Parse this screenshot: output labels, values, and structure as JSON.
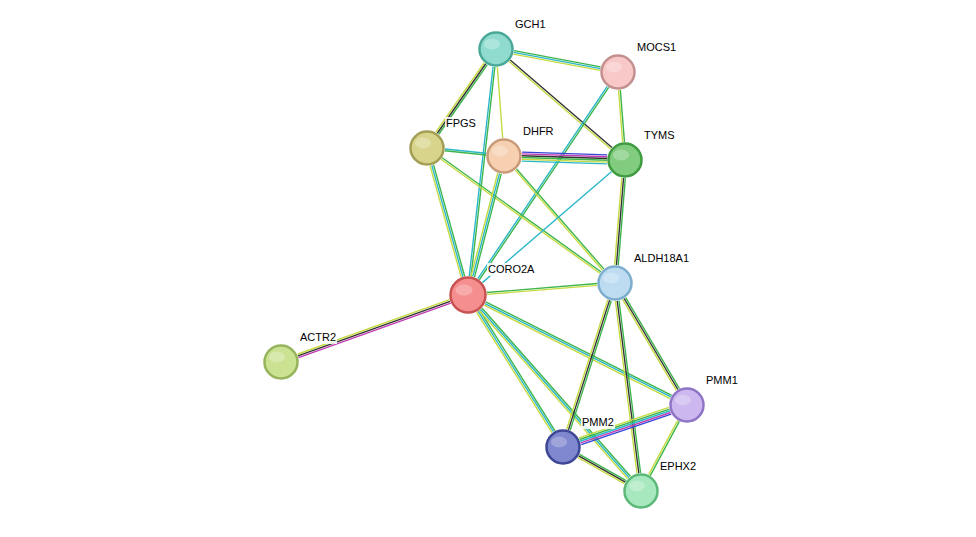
{
  "diagram": {
    "nodes": [
      {
        "text": [
          "GCH1"
        ]
      },
      {
        "text": [
          "MOCS1"
        ]
      },
      {
        "text": [
          "FPGS"
        ]
      },
      {
        "text": [
          "DHFR"
        ]
      },
      {
        "text": [
          "TYMS"
        ]
      },
      {
        "text": [
          "CORO2A"
        ]
      },
      {
        "text": [
          "ALDH18A1"
        ]
      },
      {
        "text": [
          "ACTR2"
        ]
      },
      {
        "text": [
          "PMM1"
        ]
      },
      {
        "text": [
          "PMM2"
        ]
      },
      {
        "text": [
          "EPHX2"
        ]
      }
    ],
    "edges": [
      {
        "from": 0,
        "to": 1,
        "arrow": "none"
      },
      {
        "from": 0,
        "to": 2,
        "arrow": "none"
      },
      {
        "from": 0,
        "to": 3,
        "arrow": "none"
      },
      {
        "from": 0,
        "to": 4,
        "arrow": "none"
      },
      {
        "from": 0,
        "to": 5,
        "arrow": "none"
      },
      {
        "from": 1,
        "to": 4,
        "arrow": "none"
      },
      {
        "from": 1,
        "to": 5,
        "arrow": "none"
      },
      {
        "from": 2,
        "to": 3,
        "arrow": "none"
      },
      {
        "from": 2,
        "to": 5,
        "arrow": "none"
      },
      {
        "from": 2,
        "to": 6,
        "arrow": "none"
      },
      {
        "from": 3,
        "to": 4,
        "arrow": "none"
      },
      {
        "from": 3,
        "to": 5,
        "arrow": "none"
      },
      {
        "from": 3,
        "to": 6,
        "arrow": "none"
      },
      {
        "from": 4,
        "to": 5,
        "arrow": "none"
      },
      {
        "from": 4,
        "to": 6,
        "arrow": "none"
      },
      {
        "from": 5,
        "to": 6,
        "arrow": "none"
      },
      {
        "from": 5,
        "to": 7,
        "arrow": "none"
      },
      {
        "from": 5,
        "to": 8,
        "arrow": "none"
      },
      {
        "from": 5,
        "to": 9,
        "arrow": "none"
      },
      {
        "from": 5,
        "to": 10,
        "arrow": "none"
      },
      {
        "from": 6,
        "to": 8,
        "arrow": "none"
      },
      {
        "from": 6,
        "to": 9,
        "arrow": "none"
      },
      {
        "from": 6,
        "to": 10,
        "arrow": "none"
      },
      {
        "from": 8,
        "to": 9,
        "arrow": "none"
      },
      {
        "from": 8,
        "to": 10,
        "arrow": "none"
      },
      {
        "from": 9,
        "to": 10,
        "arrow": "none"
      }
    ]
  }
}
